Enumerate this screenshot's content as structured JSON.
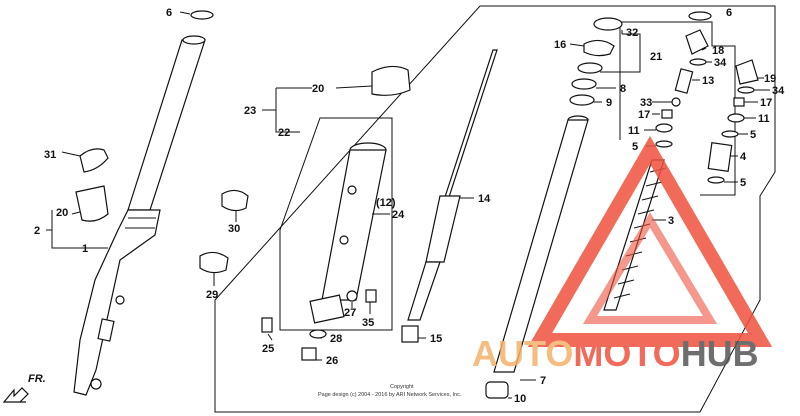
{
  "diagram": {
    "direction_label": "FR.",
    "copyright_line1": "Copyright",
    "copyright_line2": "Page design (c) 2004 - 2016 by ARI Network Services, Inc.",
    "callouts": {
      "c6a": "6",
      "c6b": "6",
      "c31": "31",
      "c20a": "20",
      "c2": "2",
      "c1": "1",
      "c30": "30",
      "c29": "29",
      "c20b": "20",
      "c23": "23",
      "c22": "22",
      "c12": "(12)",
      "c24": "24",
      "c27": "27",
      "c35": "35",
      "c28": "28",
      "c25": "25",
      "c26": "26",
      "c14": "14",
      "c15": "15",
      "c16": "16",
      "c32": "32",
      "c21": "21",
      "c8": "8",
      "c9": "9",
      "c33": "33",
      "c17a": "17",
      "c11a": "11",
      "c5a": "5",
      "c18": "18",
      "c34a": "34",
      "c13": "13",
      "c19": "19",
      "c34b": "34",
      "c17b": "17",
      "c11b": "11",
      "c5b": "5",
      "c4": "4",
      "c5c": "5",
      "c3": "3",
      "c7": "7",
      "c10": "10"
    }
  },
  "watermark": {
    "brand_part1": "AUTO",
    "brand_part2": "MOTO",
    "brand_part3": "HUB",
    "color_primary": "#f0523e",
    "color_secondary": "#f5b26a",
    "color_dark": "#555555"
  }
}
